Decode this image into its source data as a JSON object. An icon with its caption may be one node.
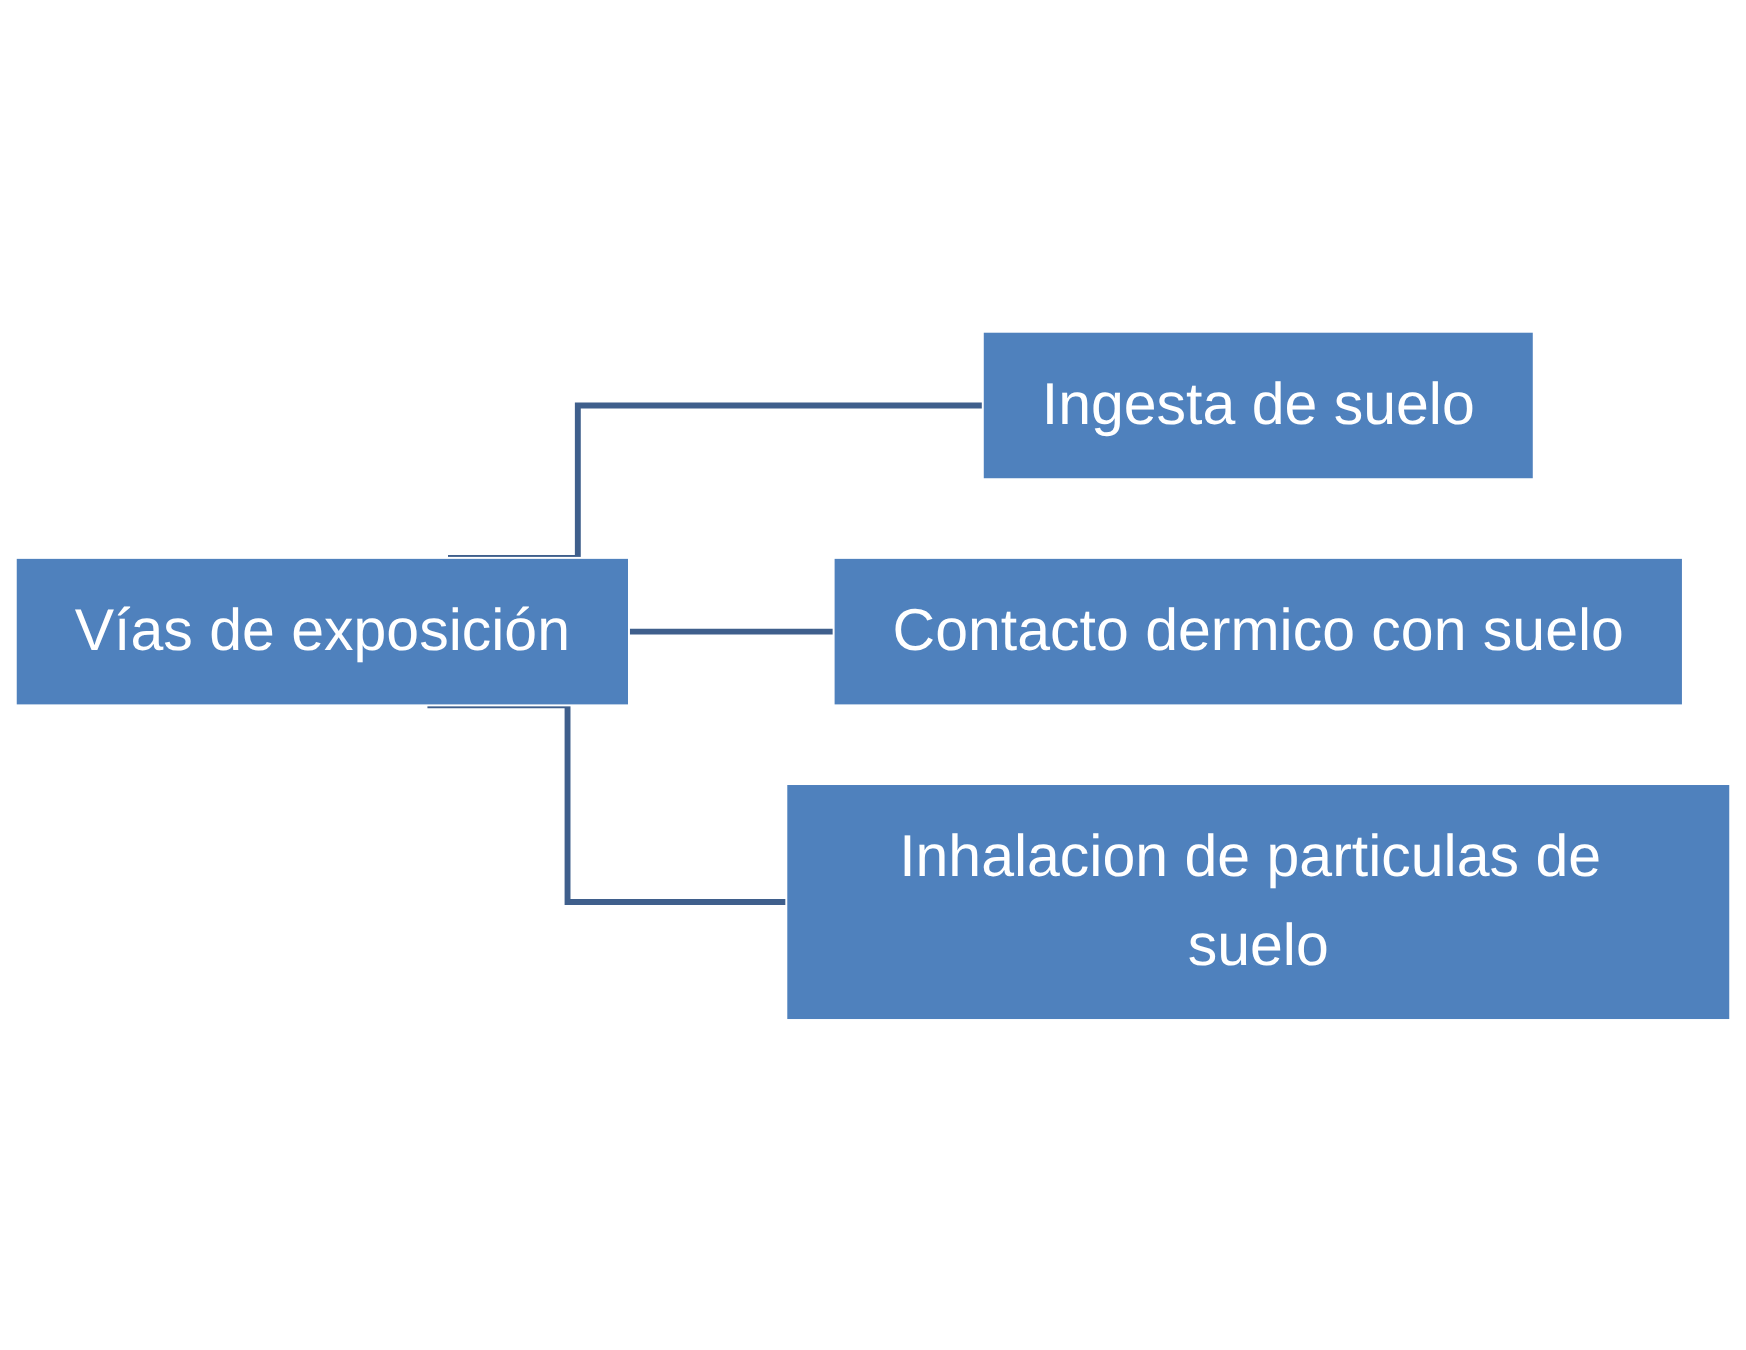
{
  "diagram": {
    "nodes": [
      {
        "text": [
          "Vías de exposición"
        ]
      },
      {
        "text": [
          "Ingesta de suelo"
        ]
      },
      {
        "text": [
          "Contacto dermico con suelo"
        ]
      },
      {
        "text": [
          "Inhalacion de particulas de suelo"
        ]
      }
    ],
    "edges": [
      {
        "from": 0,
        "to": 1,
        "arrow": "none"
      },
      {
        "from": 0,
        "to": 2,
        "arrow": "none"
      },
      {
        "from": 0,
        "to": 3,
        "arrow": "none"
      }
    ]
  }
}
